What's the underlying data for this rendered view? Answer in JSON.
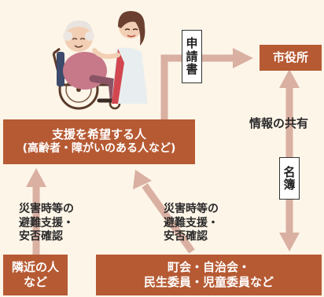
{
  "colors": {
    "background": "#fdf5e8",
    "box_fill": "#b65a33",
    "arrow": "#d9b0a2"
  },
  "illustration": {
    "description_icon": "elderly-person-wheelchair-caregiver-icon"
  },
  "nodes": {
    "city_hall": {
      "label": "市役所"
    },
    "support_seeker": {
      "line1": "支援を希望する人",
      "line2": "(高齢者・障がいのある人など)"
    },
    "neighbors": {
      "line1": "隣近の人",
      "line2": "など"
    },
    "community": {
      "line1": "町会・自治会・",
      "line2": "民生委員・児童委員など"
    }
  },
  "labels": {
    "application": [
      "申",
      "請",
      "書"
    ],
    "roster": [
      "名",
      "簿"
    ],
    "info_sharing": "情報の共有",
    "disaster_support_left": [
      "災害時等の",
      "避難支援・",
      "安否確認"
    ],
    "disaster_support_right": [
      "災害時等の",
      "避難支援・",
      "安否確認"
    ]
  }
}
